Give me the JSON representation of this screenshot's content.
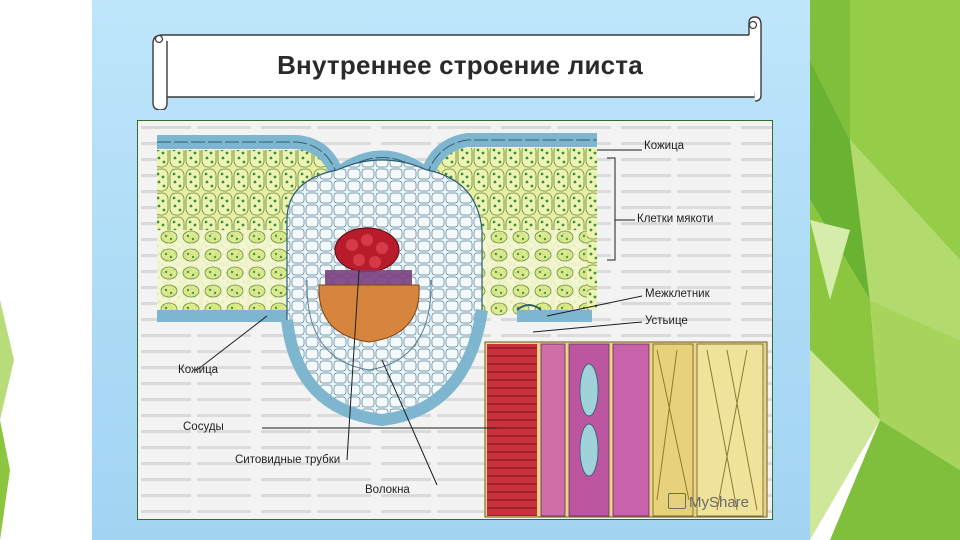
{
  "slide": {
    "title": "Внутреннее строение листа"
  },
  "figure": {
    "labels": {
      "epidermis_top": "Кожица",
      "mesophyll": "Клетки мякоти",
      "intercellular": "Межклетник",
      "stoma": "Устьице",
      "epidermis_bottom": "Кожица",
      "vessels": "Сосуды",
      "sieve_tubes": "Ситовидные трубки",
      "fibers": "Волокна"
    }
  },
  "watermark": {
    "text": "MyShare"
  },
  "colors": {
    "panel": "#aedcf6",
    "accent_green": "#8cc63e",
    "epidermis": "#cfe9f5",
    "mesophyll": "#e6ef9c",
    "chloroplast": "#49a04a",
    "vessel_red": "#c2202f",
    "sieve_orange": "#d9803a",
    "fiber_pink": "#c75c9a"
  },
  "icons": {
    "watermark_logo": "printer-logo-icon"
  }
}
